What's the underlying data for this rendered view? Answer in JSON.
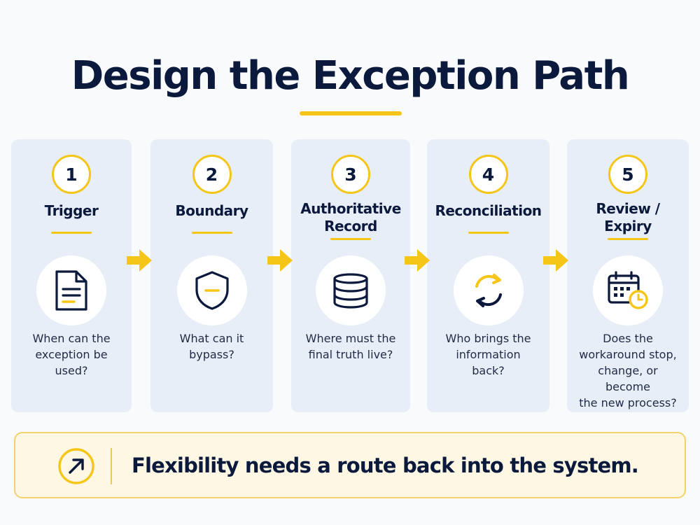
{
  "title": "Design the Exception Path",
  "steps": [
    {
      "number": "1",
      "title_lines": [
        "Trigger"
      ],
      "icon": "document-icon",
      "description_lines": [
        "When can the",
        "exception be",
        "used?"
      ]
    },
    {
      "number": "2",
      "title_lines": [
        "Boundary"
      ],
      "icon": "shield-icon",
      "description_lines": [
        "What can it",
        "bypass?"
      ]
    },
    {
      "number": "3",
      "title_lines": [
        "Authoritative",
        "Record"
      ],
      "icon": "database-icon",
      "description_lines": [
        "Where must the",
        "final truth live?"
      ]
    },
    {
      "number": "4",
      "title_lines": [
        "Reconciliation"
      ],
      "icon": "sync-arrows-icon",
      "description_lines": [
        "Who brings the",
        "information",
        "back?"
      ]
    },
    {
      "number": "5",
      "title_lines": [
        "Review /",
        "Expiry"
      ],
      "icon": "calendar-clock-icon",
      "description_lines": [
        "Does the",
        "workaround stop,",
        "change, or become",
        "the new process?"
      ]
    }
  ],
  "banner": {
    "icon": "arrow-up-right-circle-icon",
    "text": "Flexibility needs a route back into the system."
  },
  "colors": {
    "accent": "#f5c518",
    "navy": "#0b1a3c",
    "card_background": "#e8eef8",
    "banner_background": "#fdf7e3"
  }
}
